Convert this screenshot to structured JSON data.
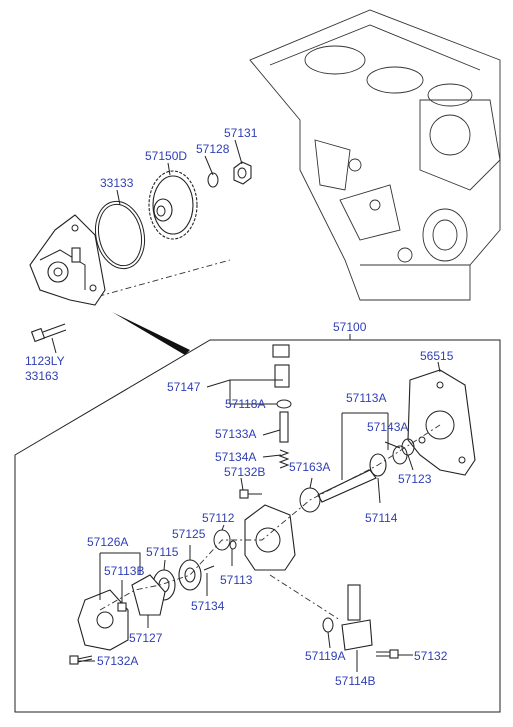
{
  "diagram": {
    "labels": {
      "l33133": "33133",
      "l57150D": "57150D",
      "l57128": "57128",
      "l57131": "57131",
      "l1123LY": "1123LY",
      "l33163": "33163",
      "l57100": "57100",
      "l56515": "56515",
      "l57147": "57147",
      "l57118A": "57118A",
      "l57113A": "57113A",
      "l57143A": "57143A",
      "l57133A": "57133A",
      "l57123": "57123",
      "l57134A": "57134A",
      "l57163A": "57163A",
      "l57132B": "57132B",
      "l57114": "57114",
      "l57112": "57112",
      "l57126A": "57126A",
      "l57125": "57125",
      "l57115": "57115",
      "l57113B": "57113B",
      "l57113": "57113",
      "l57134": "57134",
      "l57127": "57127",
      "l57119A": "57119A",
      "l57132": "57132",
      "l57132A": "57132A",
      "l57114B": "57114B"
    }
  }
}
